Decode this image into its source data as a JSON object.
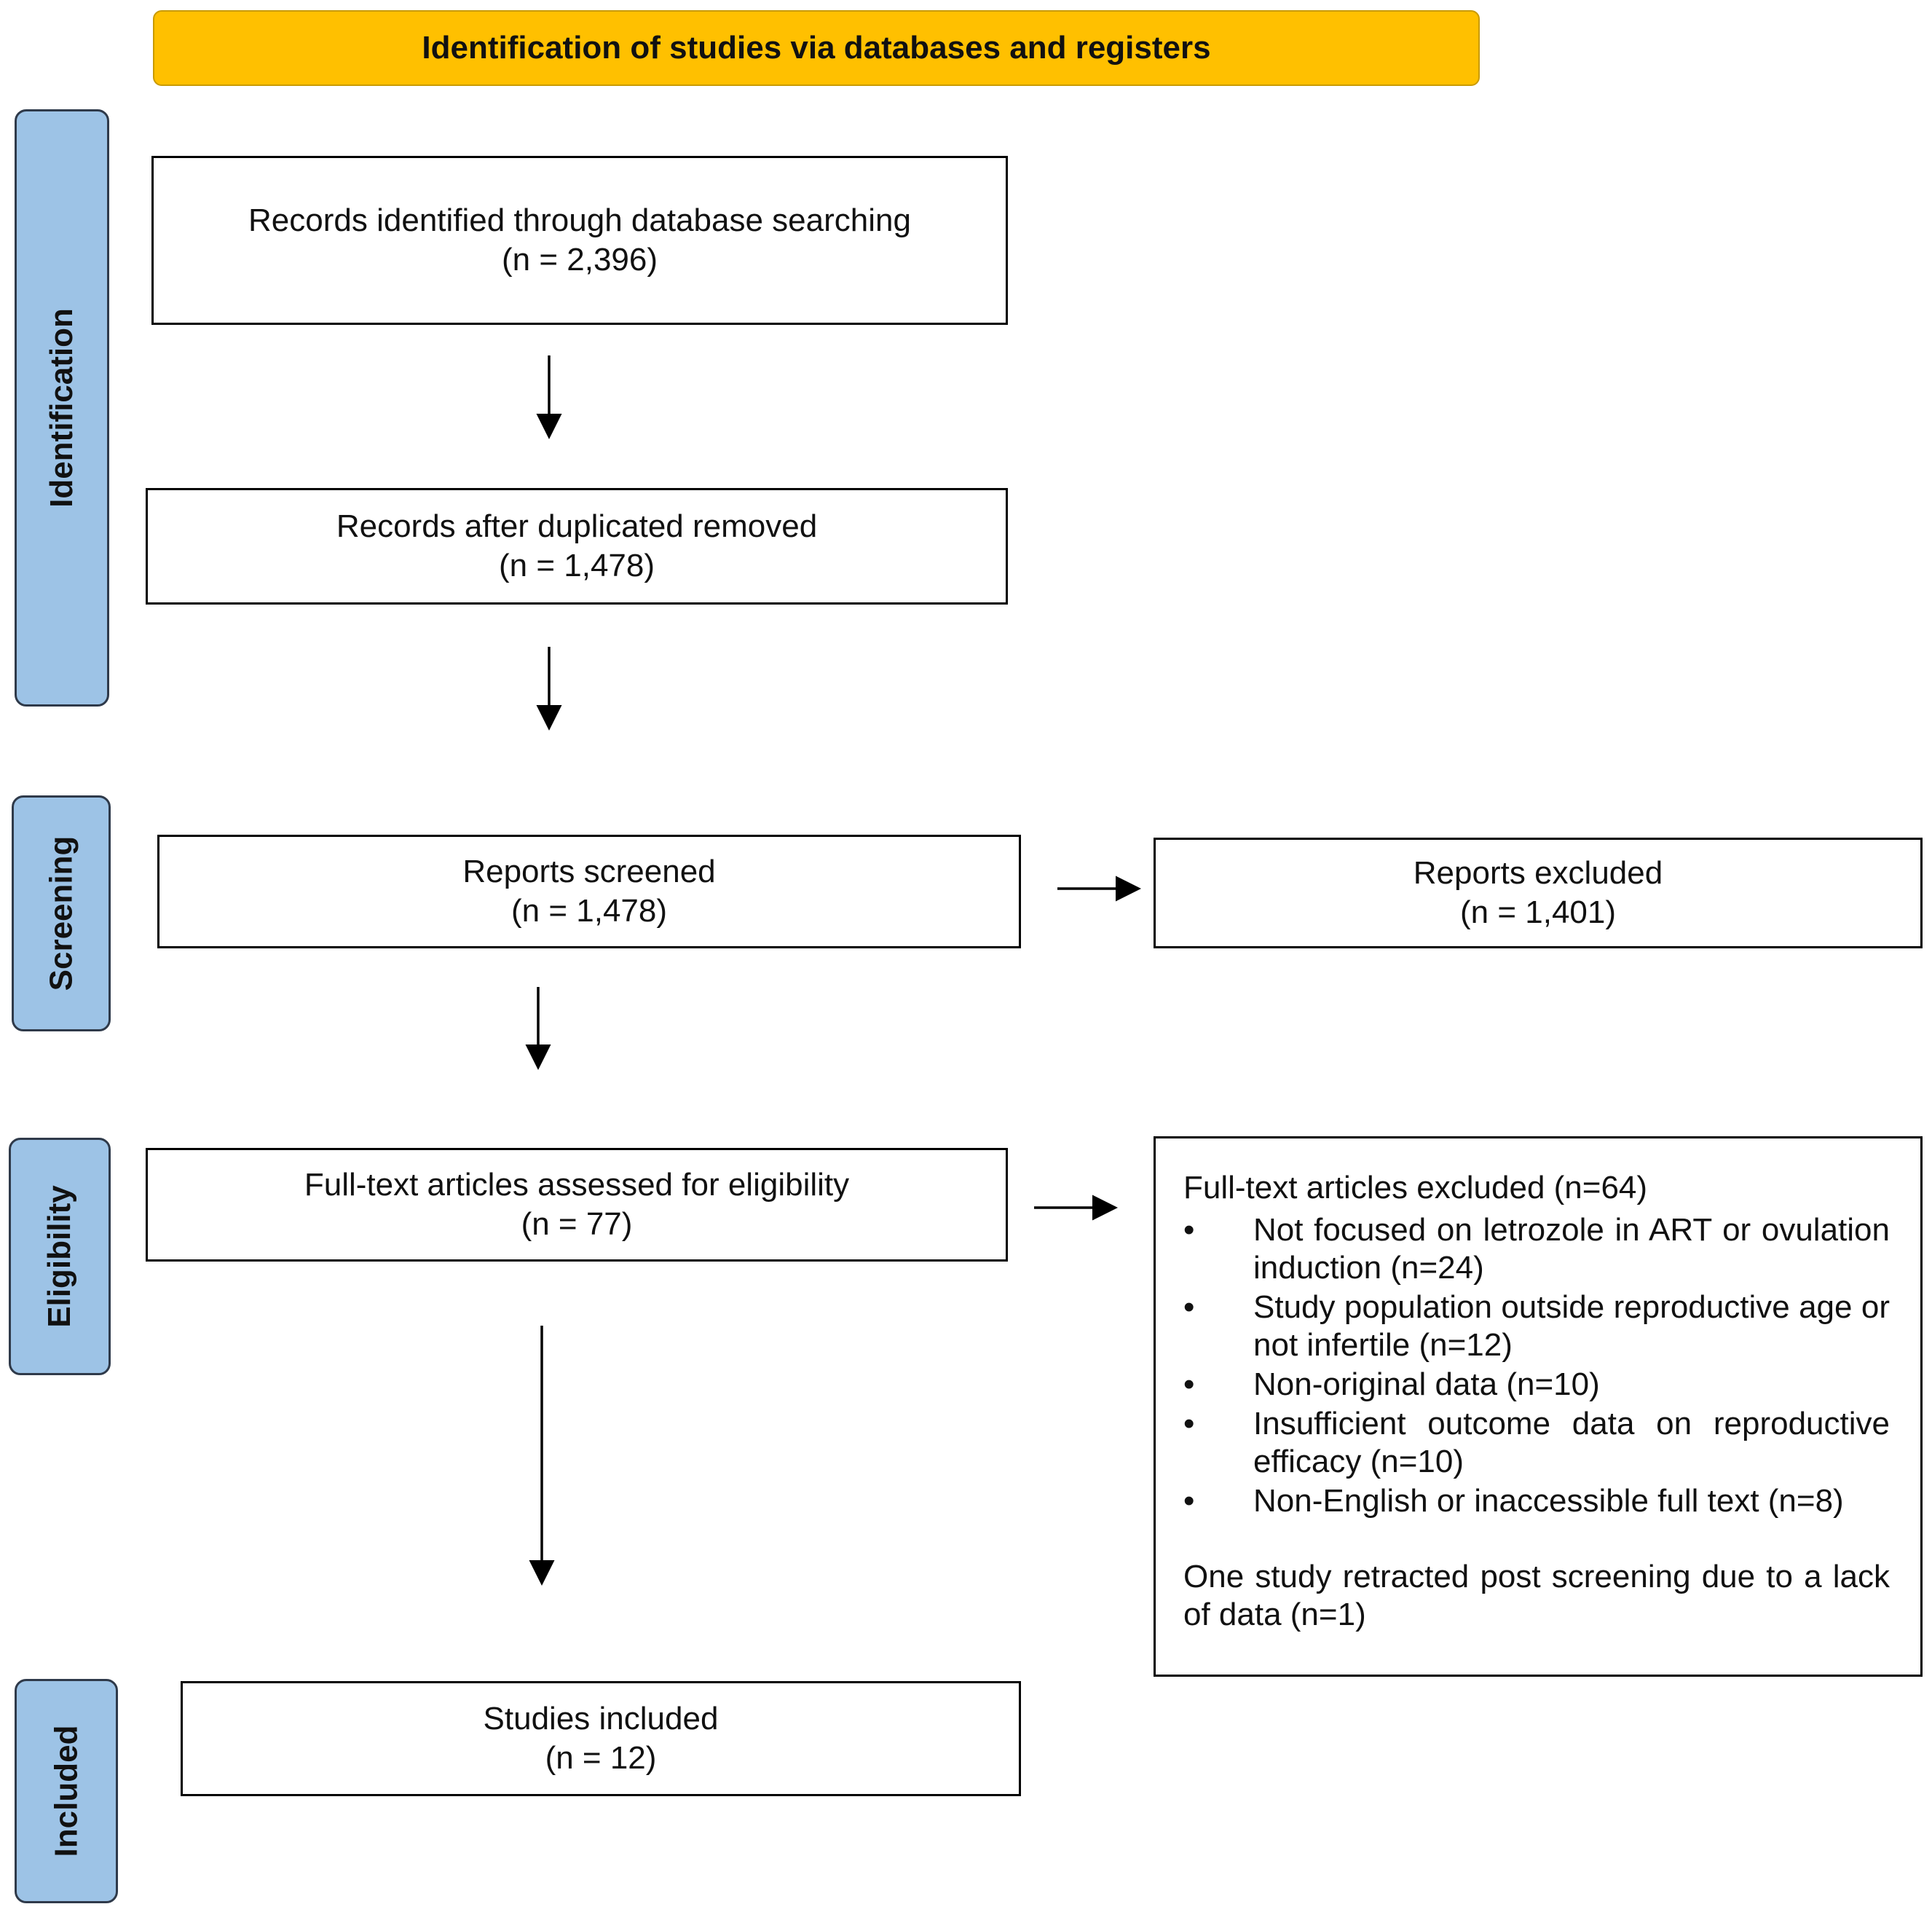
{
  "header": {
    "title": "Identification of studies via databases and registers"
  },
  "phases": {
    "identification": "Identification",
    "screening": "Screening",
    "eligibility": "Eligibility",
    "included": "Included"
  },
  "boxes": {
    "records_identified": {
      "label": "Records identified through database searching",
      "count": "(n = 2,396)"
    },
    "records_deduplicated": {
      "label": "Records after duplicated removed",
      "count": "(n = 1,478)"
    },
    "reports_screened": {
      "label": "Reports screened",
      "count": "(n = 1,478)"
    },
    "reports_excluded": {
      "label": "Reports excluded",
      "count": "(n = 1,401)"
    },
    "fulltext_assessed": {
      "label": "Full-text articles assessed for eligibility",
      "count": "(n = 77)"
    },
    "studies_included": {
      "label": "Studies included",
      "count": "(n = 12)"
    }
  },
  "fulltext_excluded": {
    "title": "Full-text articles excluded (n=64)",
    "reasons": [
      "Not focused on letrozole in ART or ovulation induction (n=24)",
      "Study population outside reproductive age or not infertile (n=12)",
      "Non-original data (n=10)",
      "Insufficient outcome data on reproductive efficacy (n=10)",
      "Non-English or inaccessible full text (n=8)"
    ],
    "note": "One study retracted post screening due to a lack of data (n=1)"
  }
}
